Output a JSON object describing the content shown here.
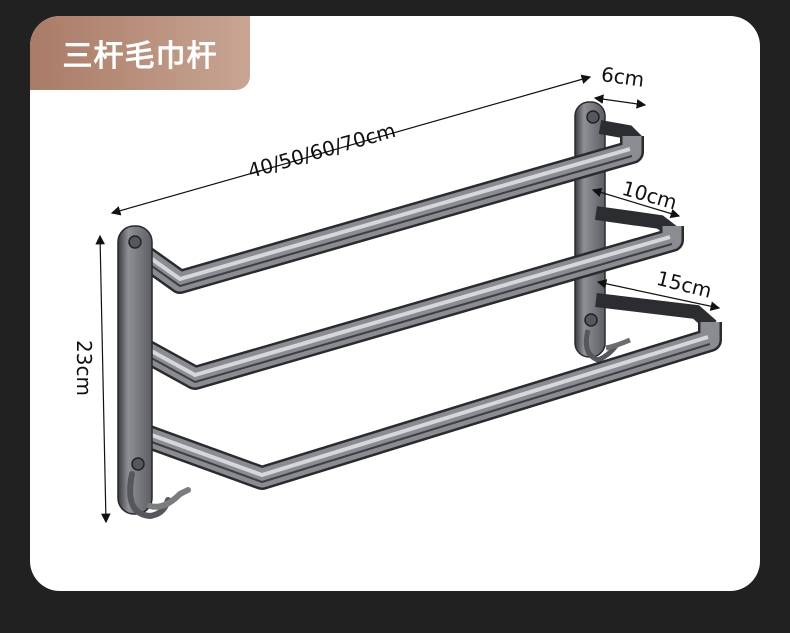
{
  "product": {
    "title": "三杆毛巾杆",
    "badge_color_start": "#a97b66",
    "badge_color_end": "#c9a594",
    "background_color": "#212121",
    "card_color": "#ffffff"
  },
  "dimensions": {
    "length": "40/50/60/70cm",
    "depth_top": "6cm",
    "depth_middle": "10cm",
    "depth_bottom": "15cm",
    "height": "23cm"
  },
  "illustration": {
    "description": "three-bar towel rack with wall brackets and double hooks",
    "bar_color": "#6e7075",
    "bar_highlight": "#c8cacd",
    "bar_shadow": "#3a3b3e"
  }
}
